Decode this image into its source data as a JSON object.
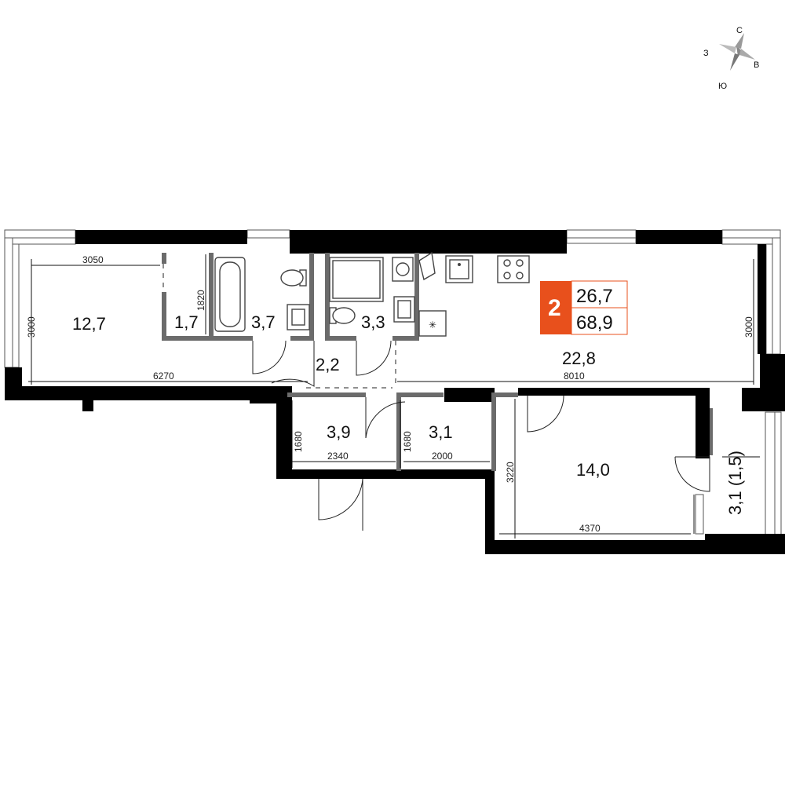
{
  "compass": {
    "north": "С",
    "west": "З",
    "east": "В",
    "south": "Ю"
  },
  "badge": {
    "rooms": "2",
    "living_area": "26,7",
    "total_area": "68,9",
    "accent_color": "#e8501c"
  },
  "rooms": {
    "bedroom_large": "12,7",
    "wardrobe": "1,7",
    "bathroom": "3,7",
    "shower_room": "3,3",
    "hall": "2,2",
    "kitchen_living": "22,8",
    "entrance": "3,9",
    "storage": "3,1",
    "bedroom_small": "14,0",
    "balcony": "3,1 (1,5)"
  },
  "dimensions": {
    "d3050": "3050",
    "d1820": "1820",
    "d3000_left": "3000",
    "d3000_right": "3000",
    "d6270": "6270",
    "d8010": "8010",
    "d1680_a": "1680",
    "d1680_b": "1680",
    "d2340": "2340",
    "d2000": "2000",
    "d3220": "3220",
    "d4370": "4370"
  }
}
